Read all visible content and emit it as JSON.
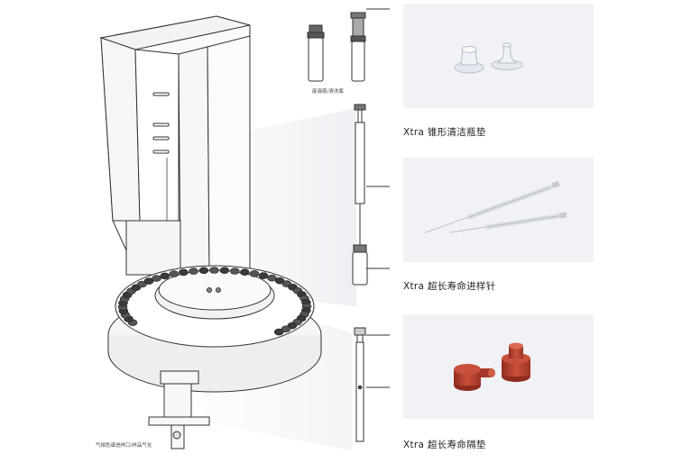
{
  "captions": {
    "cone_liner": "Xtra 锥形清洁瓶垫",
    "syringe": "Xtra 超长寿命进样针",
    "septum": "Xtra 超长寿命隔垫"
  },
  "labels": {
    "vials": "废液瓶/清洗瓶",
    "injection_port": "气相色谱进样口/样品气化"
  },
  "colors": {
    "panel_bg": "#f1f2f5",
    "septum_red": "#b8402e",
    "line": "#333333"
  },
  "icons": [
    "cone-liner-icon",
    "syringe-icon",
    "septum-icon",
    "autosampler-icon"
  ]
}
